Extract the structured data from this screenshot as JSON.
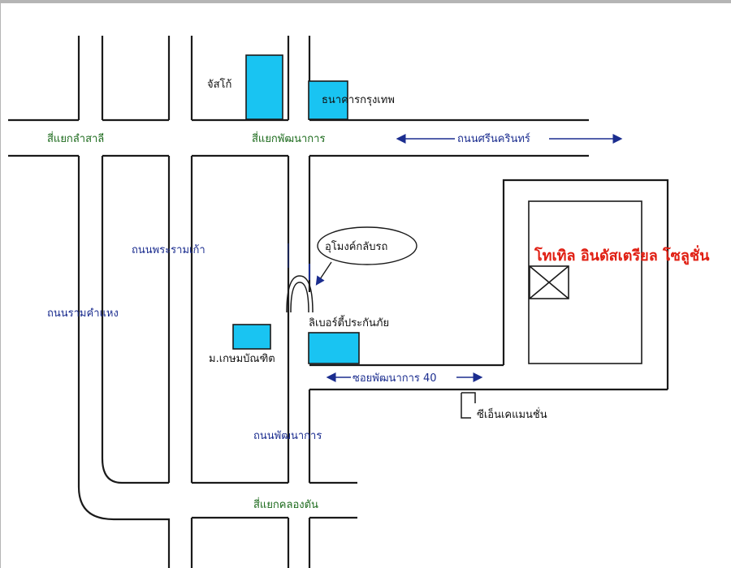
{
  "labels": {
    "jusco": "จัสโก้",
    "bangkok_bank": "ธนาคารกรุงเทพ",
    "lam_sali_junction": "สี่แยกลำสาลี",
    "phatthanakan_junction": "สี่แยกพัฒนาการ",
    "srinakarin_road": "ถนนศรีนครินทร์",
    "rama9_old_road": "ถนนพระรามเก้า",
    "u_turn_tunnel": "อุโมงค์กลับรถ",
    "ramkhamhaeng_road": "ถนนรามคำแหง",
    "liberty_insurance": "ลิเบอร์ตี้ประกันภัย",
    "kasem_bundit": "ม.เกษมบัณฑิต",
    "soi_phatthanakan_40": "ซอยพัฒนาการ 40",
    "cn_mansion": "ซีเอ็นเคแมนชั่น",
    "phatthanakan_road": "ถนนพัฒนาการ",
    "khlong_tan_junction": "สี่แยกคลองตัน",
    "hotel": "โทเทิล อินดัสเตรียล โซลูชั่น"
  },
  "colors": {
    "building": "#19c4f2",
    "road_line": "#1a1a1a",
    "road_label": "#1b2d8f",
    "junction_label": "#1d6b1d",
    "destination": "#e01e12",
    "frame": "#b5b5b5"
  },
  "icons": {
    "destination_marker": "box-cross-icon",
    "tunnel": "tunnel-arch-icon",
    "direction": "double-arrow-icon"
  }
}
